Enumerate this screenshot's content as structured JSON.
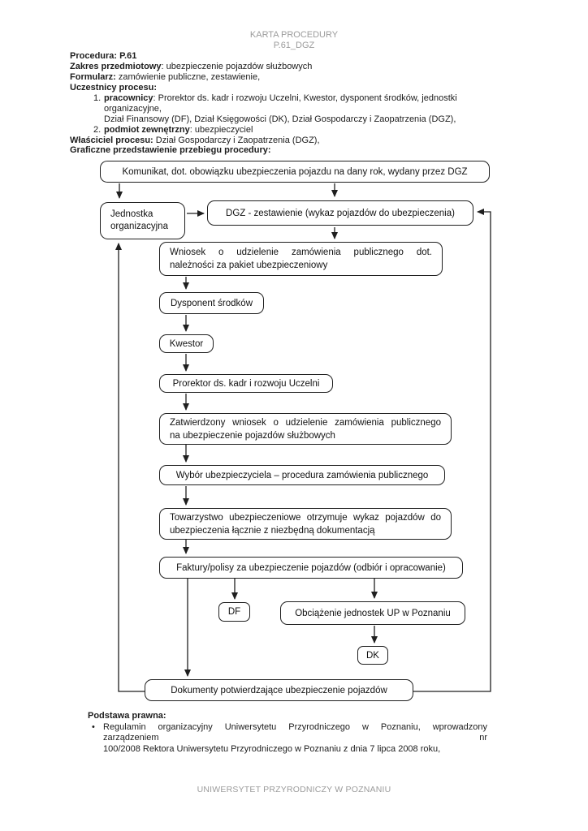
{
  "colors": {
    "ink": "#1c1c1c",
    "muted": "#9b9b9b",
    "box_border": "#1f1f1f"
  },
  "header": {
    "title": "KARTA PROCEDURY",
    "code": "P.61_DGZ"
  },
  "meta": {
    "procedura": "Procedura: P.61",
    "zakres_label": "Zakres przedmiotowy",
    "zakres_value": ": ubezpieczenie pojazdów służbowych",
    "formularz_label": "Formularz:",
    "formularz_value": " zamówienie publiczne, zestawienie,",
    "uczestnicy_heading": "Uczestnicy procesu:",
    "participants": [
      {
        "num": "1.",
        "bold": "pracownicy",
        "rest": ": Prorektor ds. kadr i rozwoju Uczelni, Kwestor, dysponent środków, jednostki organizacyjne,",
        "line2": "Dział Finansowy (DF), Dział Księgowości (DK), Dział Gospodarczy i Zaopatrzenia (DGZ),"
      },
      {
        "num": "2.",
        "bold": "podmiot zewnętrzny",
        "rest": ": ubezpieczyciel"
      }
    ],
    "wlasciciel_label": "Właściciel procesu:",
    "wlasciciel_value": " Dział Gospodarczy i Zaopatrzenia (DGZ),"
  },
  "diagram": {
    "heading": "Graficzne przedstawienie przebiegu procedury:"
  },
  "flow": {
    "komunikat": "Komunikat, dot. obowiązku ubezpieczenia pojazdu na dany rok, wydany przez DGZ",
    "jednostka_line1": "Jednostka",
    "jednostka_line2": "organizacyjna",
    "dgz": "DGZ - zestawienie (wykaz pojazdów do ubezpieczenia)",
    "wniosek_line1": "Wniosek o udzielenie zamówienia publicznego dot.",
    "wniosek_line2": "należności za pakiet ubezpieczeniowy",
    "dysponent": "Dysponent środków",
    "kwestor": "Kwestor",
    "prorektor": "Prorektor ds. kadr i rozwoju Uczelni",
    "zatwierdzony_line1": "Zatwierdzony wniosek o udzielenie zamówienia publicznego",
    "zatwierdzony_line2": "na ubezpieczenie pojazdów służbowych",
    "wybor": "Wybór ubezpieczyciela – procedura zamówienia publicznego",
    "towarzystwo_line1": "Towarzystwo ubezpieczeniowe otrzymuje wykaz pojazdów do",
    "towarzystwo_line2": "ubezpieczenia łącznie z niezbędną dokumentacją",
    "faktury": "Faktury/polisy za ubezpieczenie pojazdów (odbiór i opracowanie)",
    "df": "DF",
    "obciazenie": "Obciążenie jednostek UP w Poznaniu",
    "dk": "DK",
    "dokumenty": "Dokumenty potwierdzające ubezpieczenie pojazdów"
  },
  "legal": {
    "heading": "Podstawa prawna:",
    "bullet": "•",
    "line1": "Regulamin organizacyjny Uniwersytetu Przyrodniczego w Poznaniu, wprowadzony zarządzeniem nr",
    "line2": "100/2008 Rektora Uniwersytetu Przyrodniczego w Poznaniu z dnia 7 lipca 2008 roku,"
  },
  "footer": "UNIWERSYTET PRZYRODNICZY W POZNANIU"
}
